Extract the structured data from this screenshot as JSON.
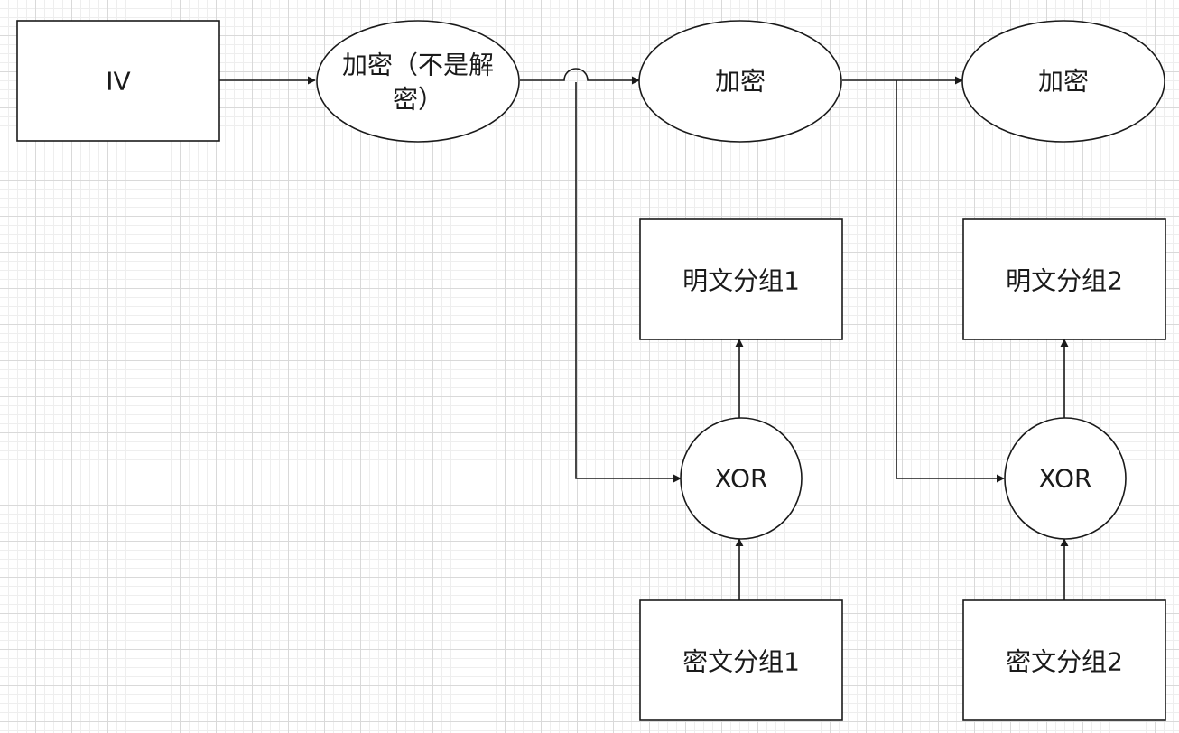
{
  "nodes": {
    "iv": {
      "label": "IV"
    },
    "encrypt_first": {
      "label_line1": "加密（不是解",
      "label_line2": "密）"
    },
    "encrypt_second": {
      "label": "加密"
    },
    "encrypt_third": {
      "label": "加密"
    },
    "plaintext_block_1": {
      "label": "明文分组1"
    },
    "plaintext_block_2": {
      "label": "明文分组2"
    },
    "xor_1": {
      "label": "XOR"
    },
    "xor_2": {
      "label": "XOR"
    },
    "ciphertext_block_1": {
      "label": "密文分组1"
    },
    "ciphertext_block_2": {
      "label": "密文分组2"
    }
  }
}
